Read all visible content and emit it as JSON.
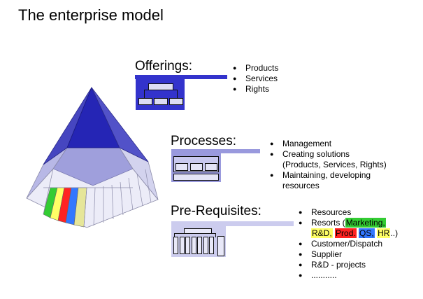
{
  "title": "The enterprise model",
  "sections": {
    "offerings": {
      "heading": "Offerings:",
      "items": [
        "Products",
        "Services",
        "Rights"
      ],
      "diagram": {
        "top": "",
        "children": [
          "",
          "",
          ""
        ]
      }
    },
    "processes": {
      "heading": "Processes:",
      "items": [
        [
          "Management"
        ],
        [
          "Creating solutions",
          "(Products, Services, Rights)"
        ],
        [
          "Maintaining, developing",
          "resources"
        ]
      ]
    },
    "prereq": {
      "heading": "Pre-Requisites:",
      "items": [
        "Resources",
        "Customer/Dispatch",
        "Supplier",
        "R&D - projects",
        "..........."
      ],
      "resorts": {
        "prefix": "Resorts (",
        "marketing": "Marketing,",
        "rd": "R&D,",
        "prod": "Prod.",
        "qs": "QS,",
        "hr": "HR",
        "suffix": "..)"
      }
    }
  },
  "colors": {
    "offerings_bar": "#3333cc",
    "processes_bar": "#9999dd",
    "prereq_bar": "#ccccee",
    "marketing": "#33cc33",
    "rd": "#ffff66",
    "prod": "#ff2222",
    "qs": "#3377ff",
    "hr": "#ffff66"
  }
}
